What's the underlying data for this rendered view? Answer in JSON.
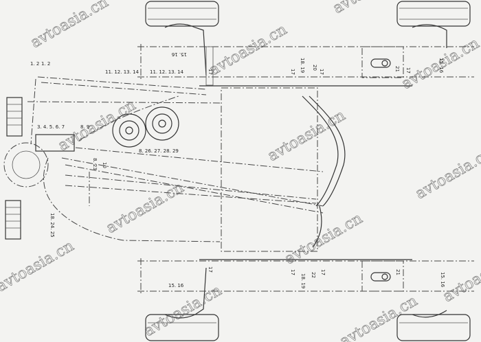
{
  "watermark": "avtoasia.cn",
  "labels": {
    "l_1_2_a": "1. 2",
    "l_1_2_b": "1. 2",
    "l_11_14_a": "11. 12. 13. 14",
    "l_11_14_b": "11. 12. 13. 14",
    "l_15_16_top": "15. 16",
    "l_15_16_right_top": "15. 16",
    "l_15_16_bottom": "15. 16",
    "l_15_16_right_bottom": "15. 16",
    "l_3_7": "3. 4. 5. 6. 7",
    "l_8_9": "8. 9",
    "l_10": "10",
    "l_8_23": "8. 23",
    "l_8_26_29": "8. 26. 27. 28. 29",
    "l_18_24_25": "18. 24. 25",
    "l_17_a": "17",
    "l_17_b": "17",
    "l_17_c": "17",
    "l_17_d": "17",
    "l_17_e": "17",
    "l_17_f": "17",
    "l_17_g": "17",
    "l_18_19_top": "18. 19",
    "l_20": "20",
    "l_21_top": "21",
    "l_18_19_bottom": "18. 19",
    "l_22": "22",
    "l_21_bottom": "21"
  }
}
